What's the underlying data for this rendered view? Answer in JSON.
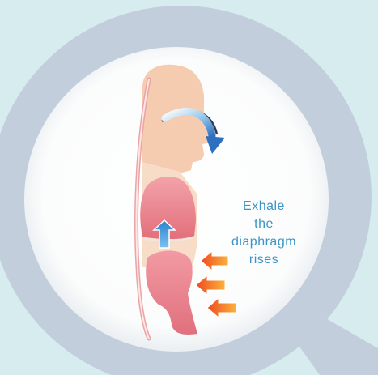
{
  "diagram": {
    "caption_lines": [
      "Exhale",
      "the",
      "diaphragm",
      "rises"
    ],
    "colors": {
      "background": "#d7ecee",
      "magnifier_ring": "#c3cedd",
      "lens": "#ffffff",
      "head": "#f5ccb0",
      "lungs": "#e9818a",
      "caption": "#3e95c5",
      "up_arrow": "#3b8fd6",
      "pressure_arrows": "#f26a1c"
    },
    "icons": [
      "magnifier-ring",
      "airflow-arrow-icon",
      "diaphragm-up-arrow-icon",
      "abdomen-pressure-arrow-icon"
    ]
  }
}
